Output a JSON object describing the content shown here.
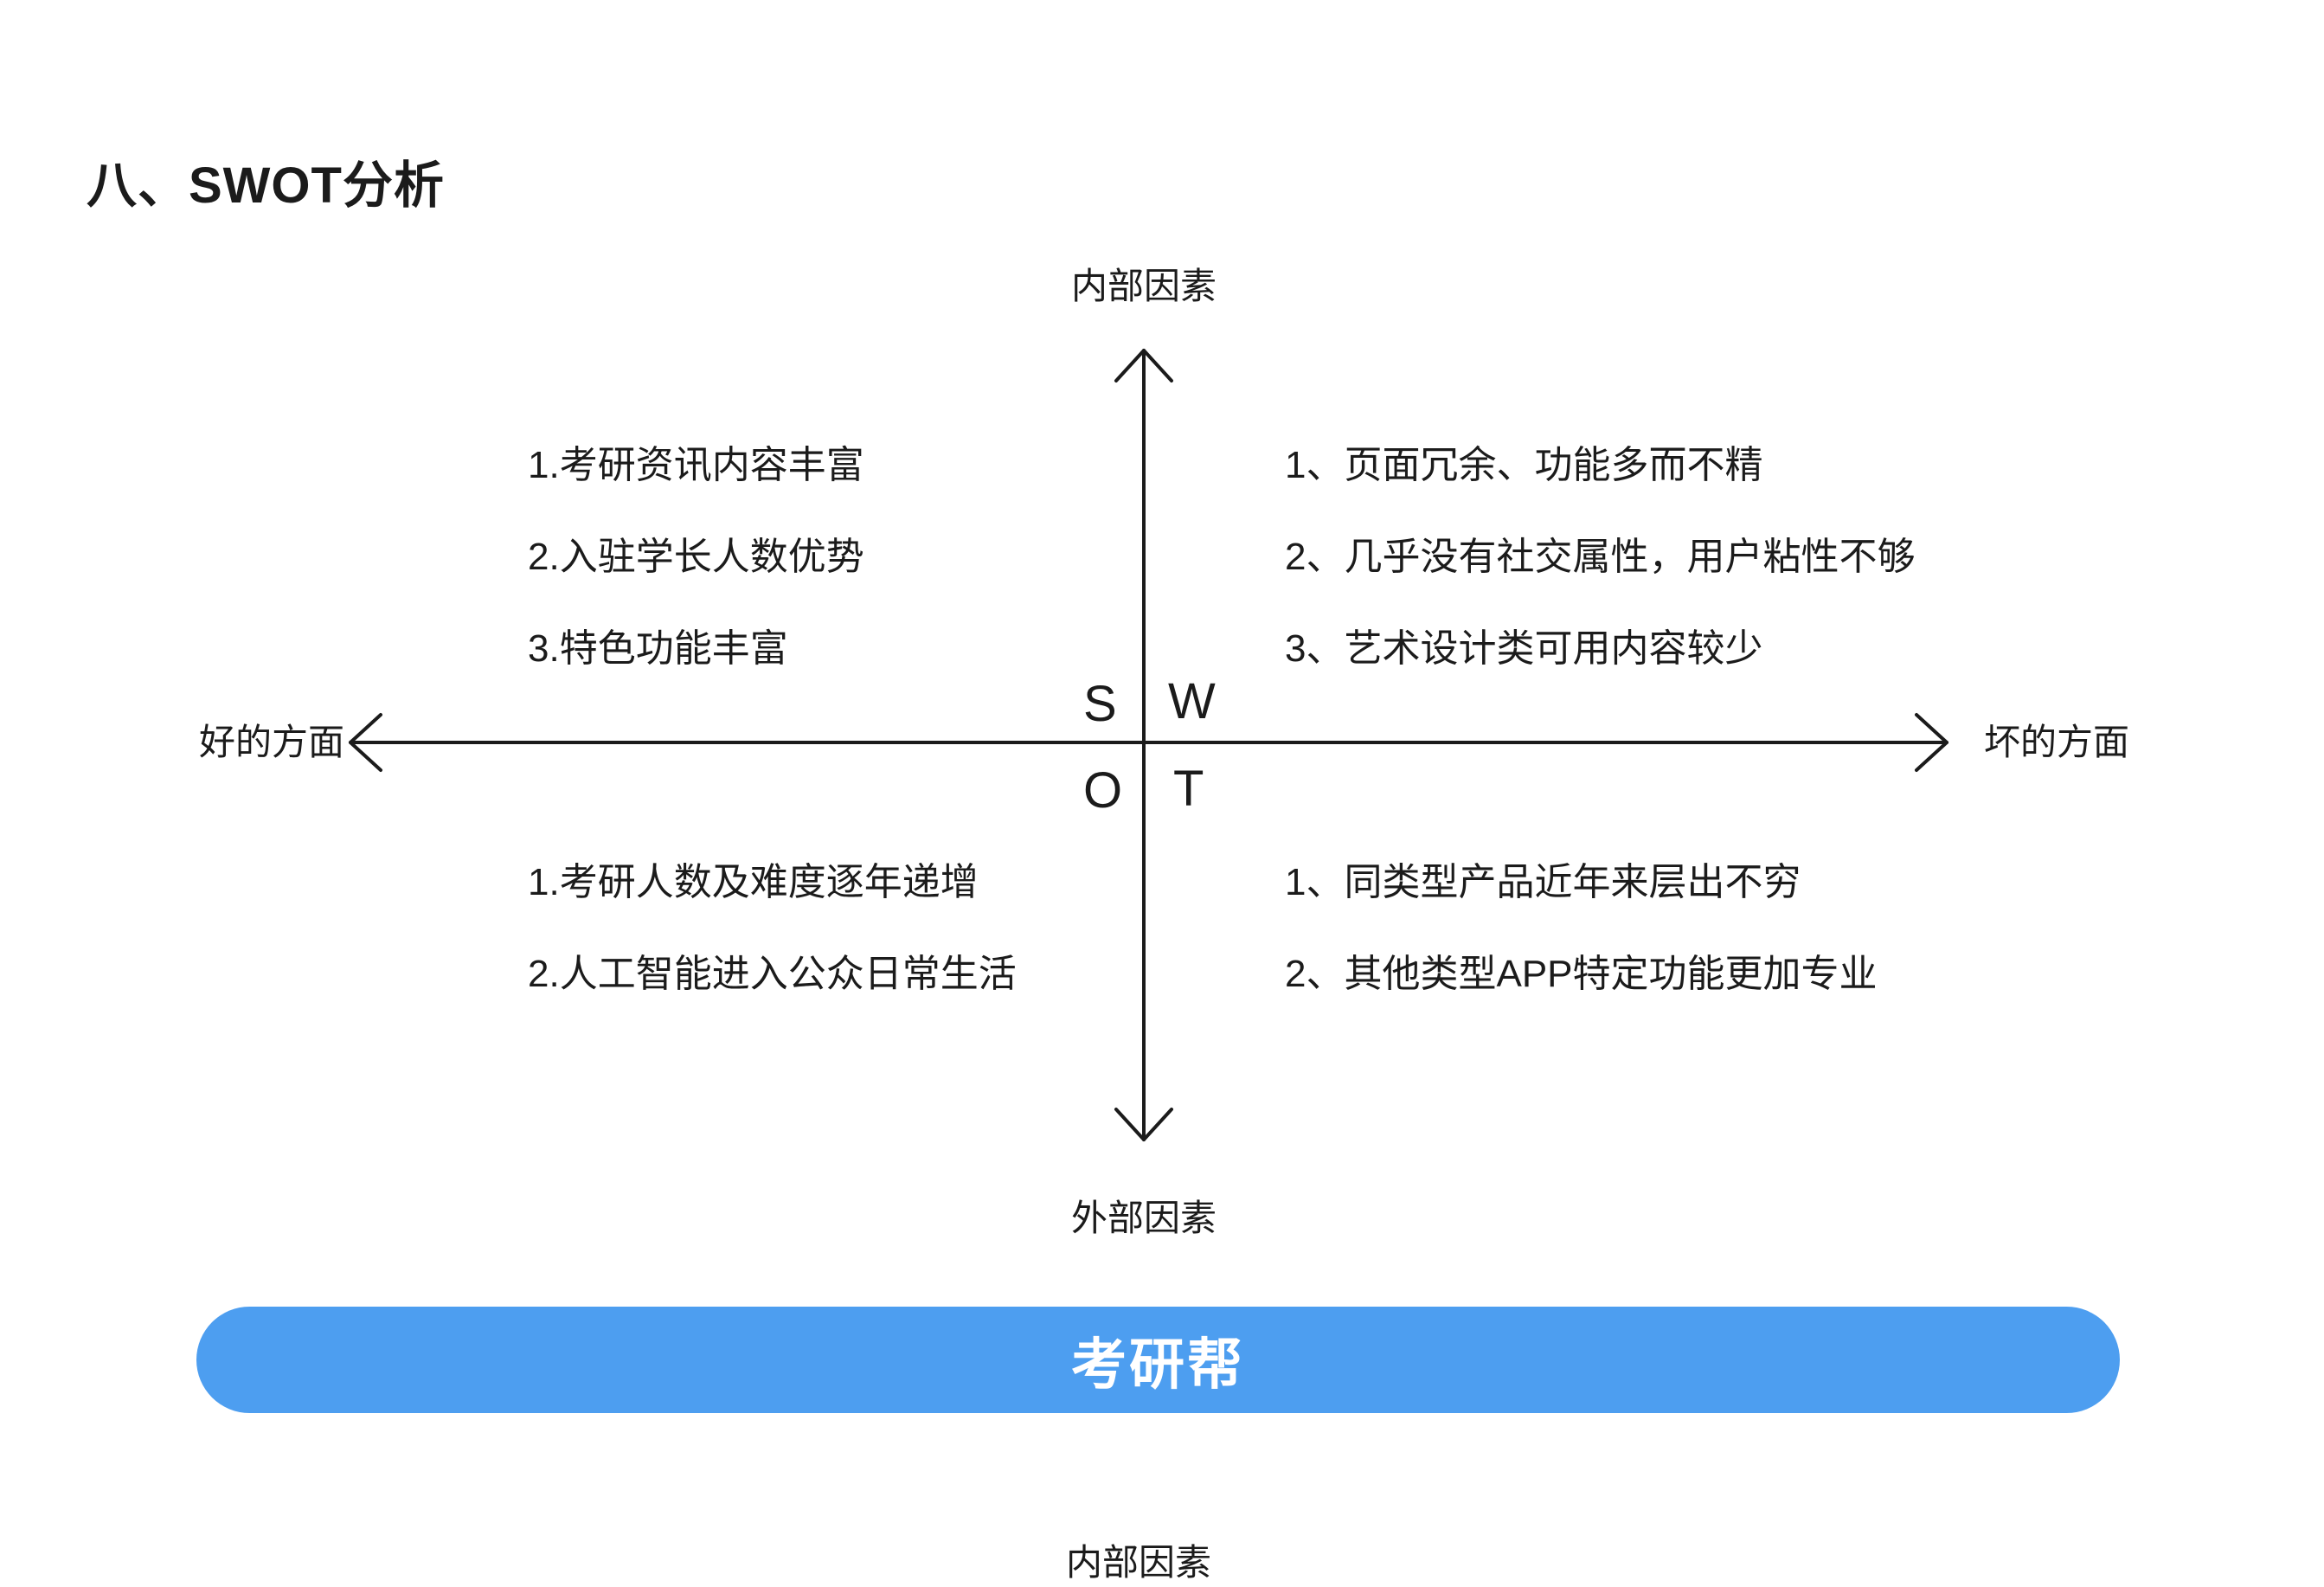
{
  "page": {
    "title": "八、SWOT分析",
    "background": "#ffffff",
    "text_color": "#1b1b1b",
    "line_color": "#1b1b1b"
  },
  "diagram": {
    "axis_labels": {
      "top": "内部因素",
      "bottom": "外部因素",
      "left": "好的方面",
      "right": "坏的方面"
    },
    "quadrants": {
      "strengths": {
        "letter": "S",
        "items": [
          "1.考研资讯内容丰富",
          "2.入驻学长人数优势",
          "3.特色功能丰富"
        ]
      },
      "weaknesses": {
        "letter": "W",
        "items": [
          "1、页面冗余、功能多而不精",
          "2、几乎没有社交属性，用户粘性不够",
          "3、艺术设计类可用内容较少"
        ]
      },
      "opportunities": {
        "letter": "O",
        "items": [
          "1.考研人数及难度逐年递增",
          "2.人工智能进入公众日常生活"
        ]
      },
      "threats": {
        "letter": "T",
        "items": [
          "1、同类型产品近年来层出不穷",
          "2、其他类型APP特定功能更加专业"
        ]
      }
    }
  },
  "banner": {
    "label": "考研帮",
    "background": "#4d9ef0",
    "text_color": "#ffffff"
  },
  "footer": {
    "next_section_label": "内部因素"
  }
}
